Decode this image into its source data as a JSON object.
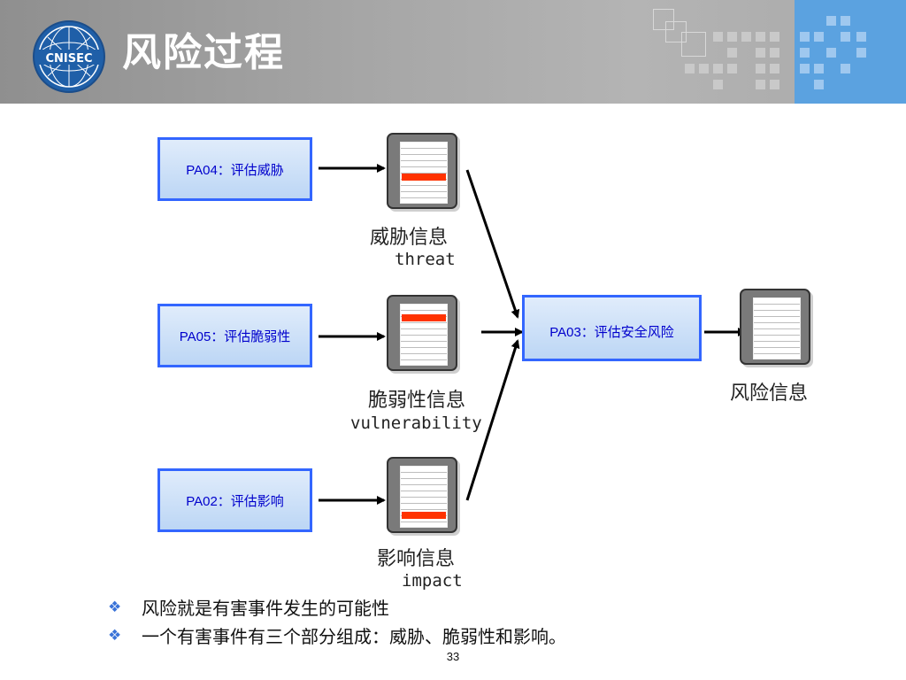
{
  "header": {
    "title": "风险过程",
    "logo_text": "CNISEC",
    "colors": {
      "bar": "#a6a6a6",
      "accent_block": "#5ba2e0"
    }
  },
  "diagram": {
    "process_boxes": [
      {
        "id": "pa04",
        "label": "PA04：评估威胁"
      },
      {
        "id": "pa05",
        "label": "PA05：评估脆弱性"
      },
      {
        "id": "pa02",
        "label": "PA02：评估影响"
      },
      {
        "id": "pa03",
        "label": "PA03：评估安全风险"
      }
    ],
    "info_docs": [
      {
        "id": "threat",
        "label": "威胁信息",
        "english": "threat"
      },
      {
        "id": "vulnerability",
        "label": "脆弱性信息",
        "english": "vulnerability"
      },
      {
        "id": "impact",
        "label": "影响信息",
        "english": "impact"
      },
      {
        "id": "risk",
        "label": "风险信息"
      }
    ],
    "colors": {
      "box_border": "#3366ff",
      "box_text": "#0000cc",
      "highlight": "#ff3300"
    }
  },
  "bullets": [
    "风险就是有害事件发生的可能性",
    "一个有害事件有三个部分组成：威胁、脆弱性和影响。"
  ],
  "page_number": "33"
}
